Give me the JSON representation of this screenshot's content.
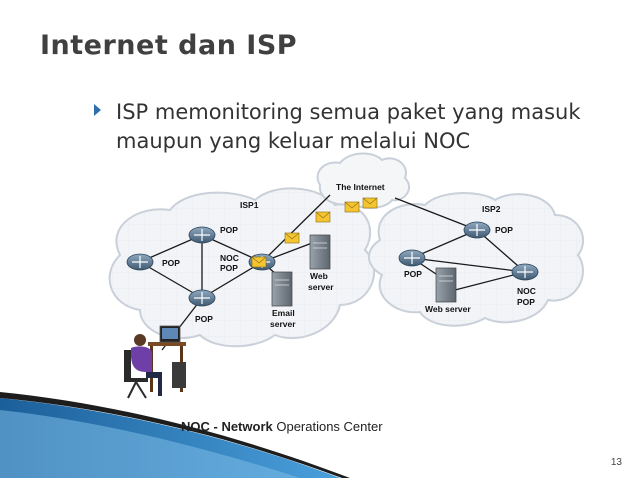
{
  "slide": {
    "title": "Internet dan ISP",
    "bullet": "ISP memonitoring semua paket yang masuk maupun yang keluar melalui NOC",
    "caption_bold": "NOC - Network",
    "caption_rest": " Operations Center",
    "page_number": "13"
  },
  "diagram": {
    "internet_label": "The Internet",
    "isp1_label": "ISP1",
    "isp2_label": "ISP2",
    "isp1_pop_top": "POP",
    "isp1_pop_left": "POP",
    "isp1_pop_bottom": "POP",
    "isp1_noc_line1": "NOC",
    "isp1_noc_line2": "POP",
    "web_server_line1": "Web",
    "web_server_line2": "server",
    "email_server_line1": "Email",
    "email_server_line2": "server",
    "isp2_pop_top": "POP",
    "isp2_pop_left": "POP",
    "isp2_noc_line1": "NOC",
    "isp2_noc_line2": "POP",
    "isp2_web_server": "Web server"
  },
  "colors": {
    "title_text": "#404040",
    "bullet_arrow": "#2e6fae",
    "cloud_fill": "#f2f4f7",
    "router_blue": "#5d7a93",
    "link_line": "#1a1a1a",
    "envelope_yellow": "#f4c531",
    "corner_blue": "#2a78b8"
  }
}
